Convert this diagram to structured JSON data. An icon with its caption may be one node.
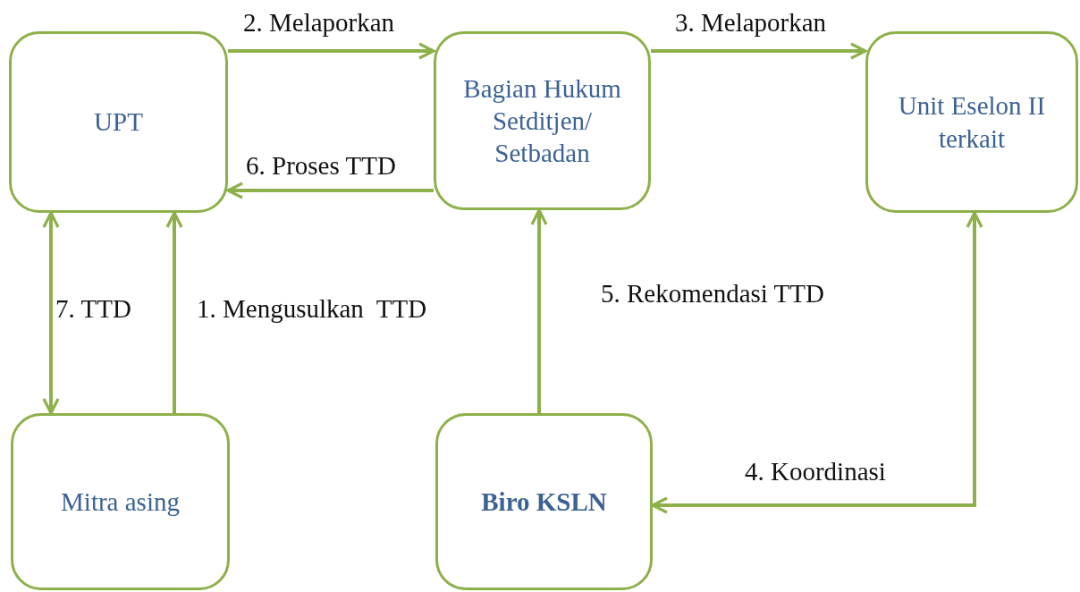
{
  "diagram": {
    "nodes": [
      {
        "text": [
          "UPT"
        ]
      },
      {
        "text": [
          "Bagian Hukum Setditjen/ Setbadan"
        ]
      },
      {
        "text": [
          "Unit Eselon II terkait"
        ]
      },
      {
        "text": [
          "Mitra asing"
        ]
      },
      {
        "text": [
          "Biro KSLN"
        ]
      }
    ],
    "edges": [
      {
        "from": 0,
        "to": 1,
        "arrow": "to",
        "label": "2. Melaporkan"
      },
      {
        "from": 1,
        "to": 2,
        "arrow": "to",
        "label": "3. Melaporkan"
      },
      {
        "from": 2,
        "to": 4,
        "arrow": "both",
        "label": "4. Koordinasi"
      },
      {
        "from": 4,
        "to": 1,
        "arrow": "to",
        "label": "5. Rekomendasi TTD"
      },
      {
        "from": 1,
        "to": 0,
        "arrow": "to",
        "label": "6. Proses TTD"
      },
      {
        "from": 3,
        "to": 0,
        "arrow": "to",
        "label": "1. Mengusulkan  TTD"
      },
      {
        "from": 0,
        "to": 3,
        "arrow": "both",
        "label": "7. TTD"
      }
    ]
  }
}
